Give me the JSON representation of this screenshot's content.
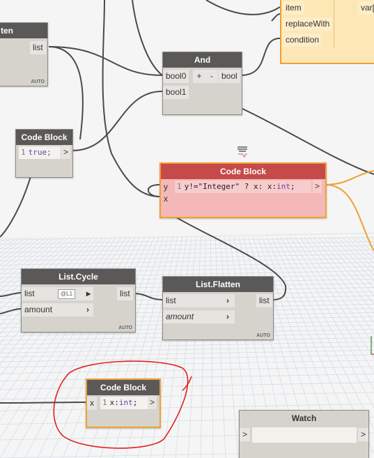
{
  "colors": {
    "canvas": "#f5f5f5",
    "grid_line": "#d4dde6",
    "wire": "#4a4a4a",
    "wire_active": "#f0a030",
    "node_header": "#5b5957",
    "node_body": "#d6d3cd",
    "error_header": "#c64a4a",
    "error_body": "#f4b8b8",
    "selection_orange": "#f0a030",
    "annotation_red": "#e02020",
    "keyword_purple": "#6b3fa0"
  },
  "flatten_partial": {
    "title": "ten",
    "output": "list",
    "auto": "AUTO"
  },
  "if_node": {
    "inputs": [
      "item",
      "replaceWith",
      "condition"
    ],
    "output": "var["
  },
  "and_node": {
    "title": "And",
    "inputs": [
      "bool0",
      "bool1"
    ],
    "plus": "+",
    "minus": "-",
    "output": "bool"
  },
  "code_block_true": {
    "title": "Code Block",
    "line": "1",
    "code": "true;",
    "output": ">"
  },
  "code_block_error": {
    "title": "Code Block",
    "inputs": [
      "y",
      "x"
    ],
    "line": "1",
    "code_parts": [
      "y!=\"Integer\" ? x: x:",
      "int",
      ";"
    ],
    "output": ">"
  },
  "list_cycle": {
    "title": "List.Cycle",
    "inputs": [
      "list",
      "amount"
    ],
    "lacing": "@L1",
    "output": "list",
    "auto": "AUTO"
  },
  "list_flatten": {
    "title": "List.Flatten",
    "inputs": [
      "list",
      "amount"
    ],
    "output": "list",
    "auto": "AUTO"
  },
  "code_block_int": {
    "title": "Code Block",
    "input": "x",
    "line": "1",
    "code_parts": [
      "x:",
      "int",
      ";"
    ],
    "output": ">"
  },
  "watch": {
    "title": "Watch",
    "input": ">",
    "output": ">"
  }
}
